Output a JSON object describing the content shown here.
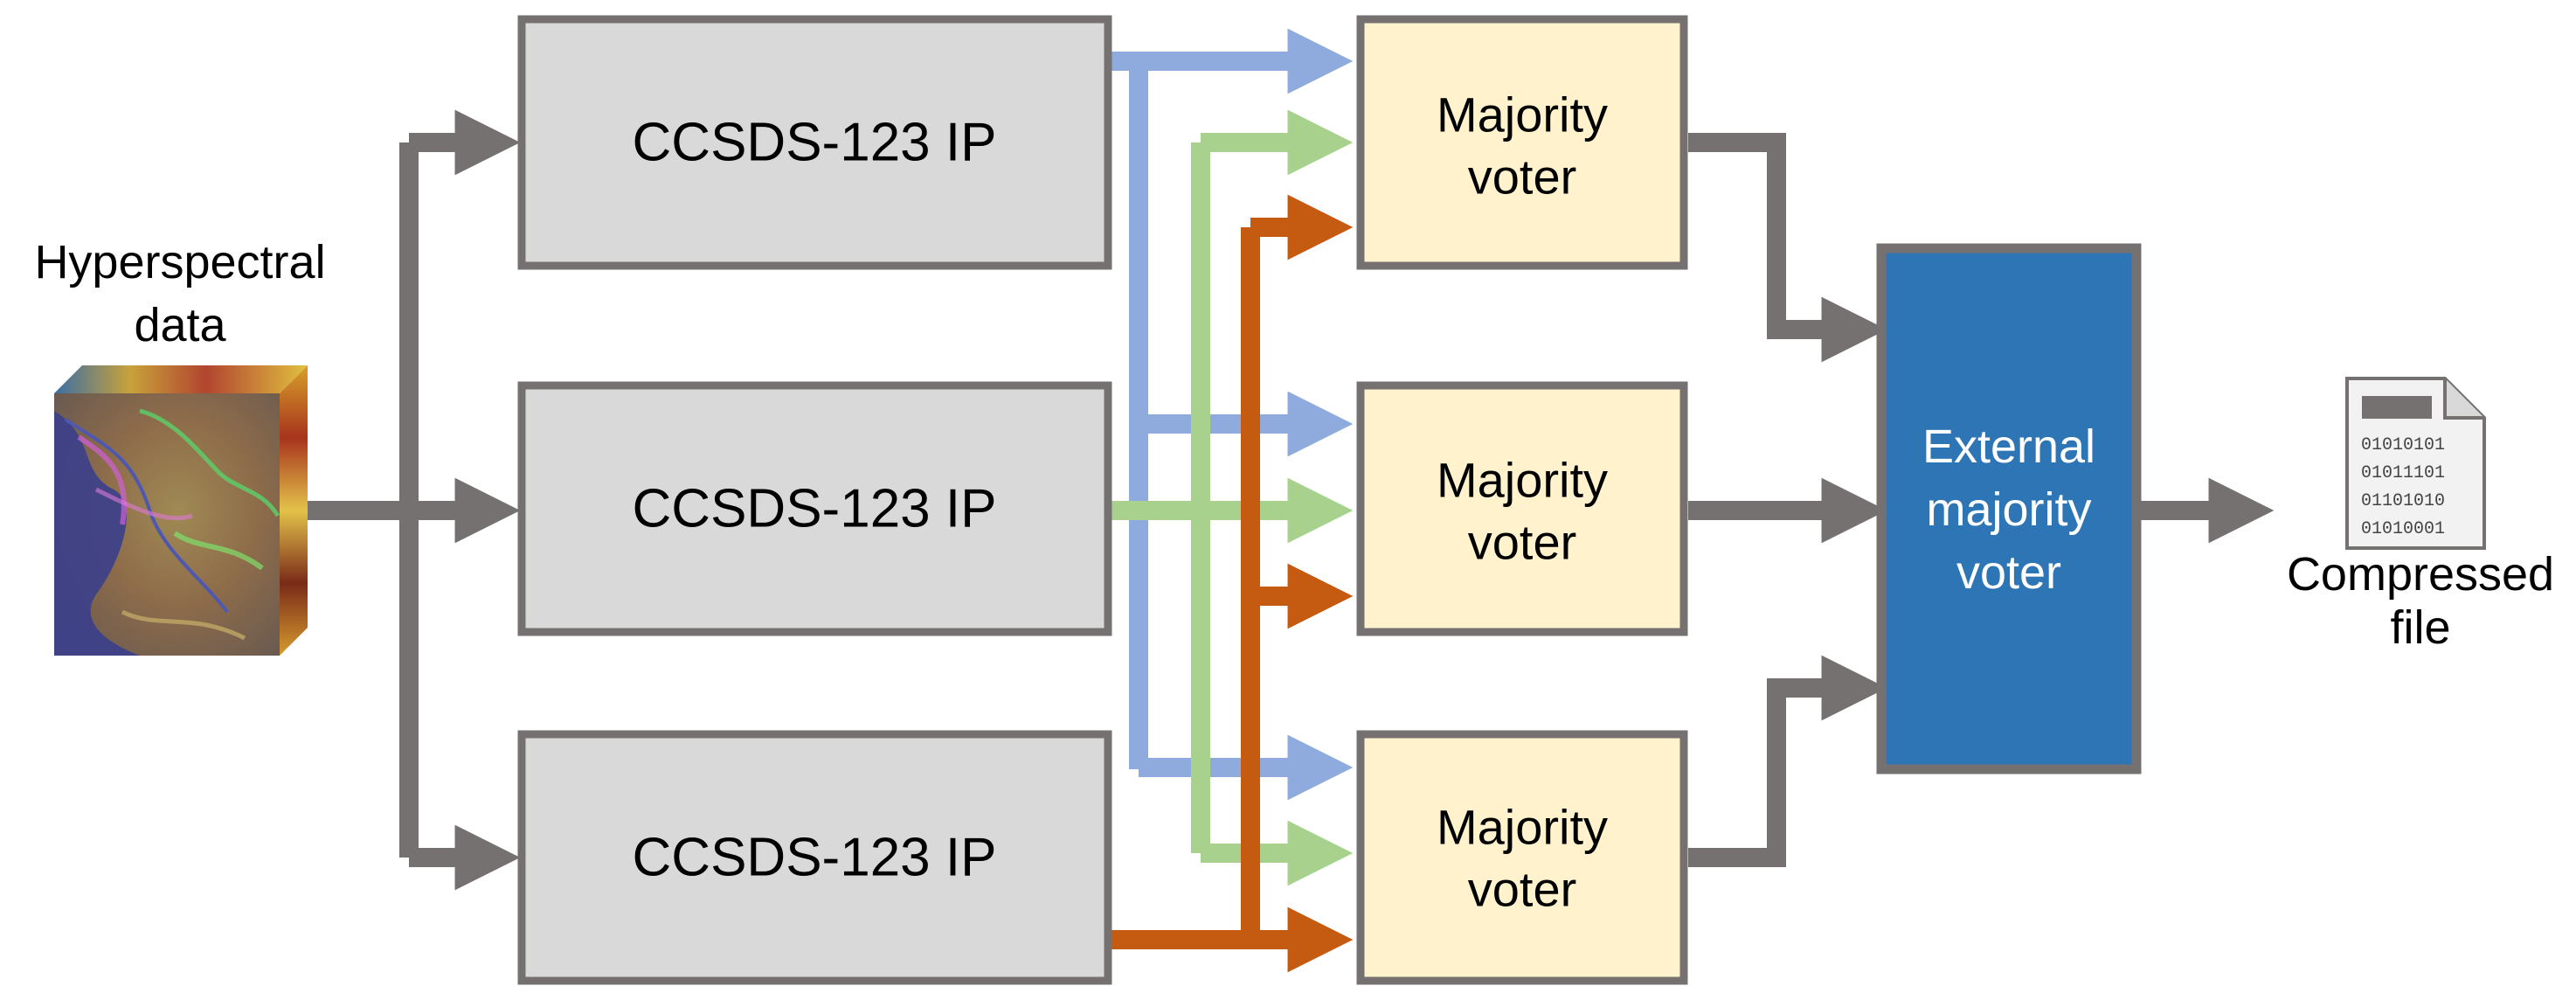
{
  "input": {
    "label_lines": [
      "Hyperspectral",
      "data"
    ]
  },
  "ip_blocks": [
    {
      "label": "CCSDS-123 IP"
    },
    {
      "label": "CCSDS-123 IP"
    },
    {
      "label": "CCSDS-123 IP"
    }
  ],
  "majority_voters": [
    {
      "label_lines": [
        "Majority",
        "voter"
      ]
    },
    {
      "label_lines": [
        "Majority",
        "voter"
      ]
    },
    {
      "label_lines": [
        "Majority",
        "voter"
      ]
    }
  ],
  "external_voter": {
    "label_lines": [
      "External",
      "majority",
      "voter"
    ]
  },
  "output": {
    "label_lines": [
      "Compressed",
      "file"
    ],
    "file_bits": [
      "01010101",
      "01011101",
      "01101010",
      "01010001"
    ]
  },
  "colors": {
    "ip_fill": "#d9d9d9",
    "ip_border": "#767171",
    "voter_fill": "#fff2cc",
    "external_fill": "#2e75b6",
    "connector_gray": "#767171",
    "bus_blue": "#8faadc",
    "bus_green": "#a9d18e",
    "bus_orange": "#c55a11"
  }
}
